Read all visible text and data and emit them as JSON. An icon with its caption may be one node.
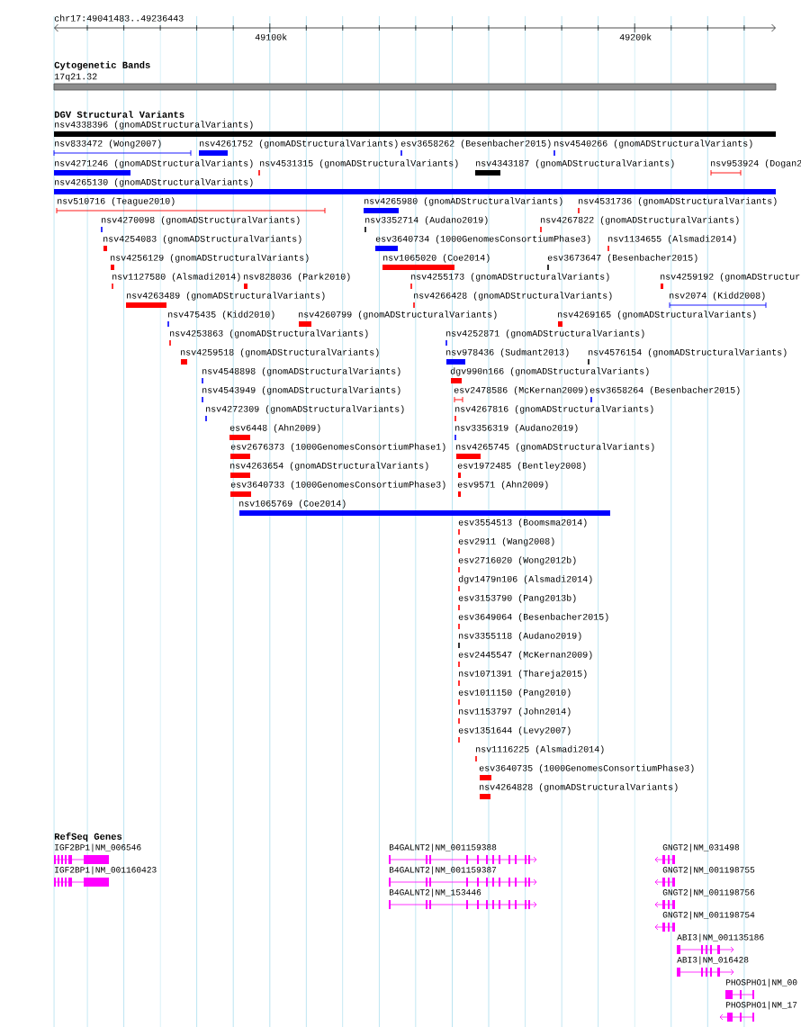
{
  "diagram": {
    "labels": [
      "chr17:49041483..49236443",
      "49100k",
      "49200k",
      "Cytogenetic Bands",
      "17q21.32",
      "DGV Structural Variants",
      "nsv4338396 (gnomADStructuralVariants)",
      "nsv833472 (Wong2007)",
      "nsv4261752 (gnomADStructuralVariants)",
      "esv3658262 (Besenbacher2015)",
      "nsv4540266 (gnomADStructuralVariants)",
      "nsv4271246 (gnomADStructuralVariants)",
      "nsv4531315 (gnomADStructuralVariants)",
      "nsv4343187 (gnomADStructuralVariants)",
      "nsv953924 (Dogan2",
      "nsv4265130 (gnomADStructuralVariants)",
      "nsv510716 (Teague2010)",
      "nsv4265980 (gnomADStructuralVariants)",
      "nsv4531736 (gnomADStructuralVariants)",
      "nsv4270098 (gnomADStructuralVariants)",
      "nsv3352714 (Audano2019)",
      "nsv4267822 (gnomADStructuralVariants)",
      "nsv4254083 (gnomADStructuralVariants)",
      "esv3640734 (1000GenomesConsortiumPhase3)",
      "nsv1134655 (Alsmadi2014)",
      "nsv4256129 (gnomADStructuralVariants)",
      "nsv1065020 (Coe2014)",
      "esv3673647 (Besenbacher2015)",
      "nsv1127580 (Alsmadi2014)",
      "nsv828036 (Park2010)",
      "nsv4255173 (gnomADStructuralVariants)",
      "nsv4259192 (gnomADStructur",
      "nsv4263489 (gnomADStructuralVariants)",
      "nsv4266428 (gnomADStructuralVariants)",
      "nsv2074 (Kidd2008)",
      "nsv475435 (Kidd2010)",
      "nsv4260799 (gnomADStructuralVariants)",
      "nsv4269165 (gnomADStructuralVariants)",
      "nsv4253863 (gnomADStructuralVariants)",
      "nsv4252871 (gnomADStructuralVariants)",
      "nsv4259518 (gnomADStructuralVariants)",
      "nsv978436 (Sudmant2013)",
      "nsv4576154 (gnomADStructuralVariants)",
      "nsv4548898 (gnomADStructuralVariants)",
      "dgv990n166 (gnomADStructuralVariants)",
      "nsv4543949 (gnomADStructuralVariants)",
      "esv2478586 (McKernan2009)",
      "esv3658264 (Besenbacher2015)",
      "nsv4272309 (gnomADStructuralVariants)",
      "nsv4267816 (gnomADStructuralVariants)",
      "esv6448 (Ahn2009)",
      "nsv3356319 (Audano2019)",
      "esv2676373 (1000GenomesConsortiumPhase1)",
      "nsv4265745 (gnomADStructuralVariants)",
      "nsv4263654 (gnomADStructuralVariants)",
      "esv1972485 (Bentley2008)",
      "esv3640733 (1000GenomesConsortiumPhase3)",
      "esv9571 (Ahn2009)",
      "nsv1065769 (Coe2014)",
      "esv3554513 (Boomsma2014)",
      "esv2911 (Wang2008)",
      "esv2716020 (Wong2012b)",
      "dgv1479n106 (Alsmadi2014)",
      "esv3153790 (Pang2013b)",
      "esv3649064 (Besenbacher2015)",
      "nsv3355118 (Audano2019)",
      "esv2445547 (McKernan2009)",
      "nsv1071391 (Thareja2015)",
      "esv1011150 (Pang2010)",
      "nsv1153797 (John2014)",
      "esv1351644 (Levy2007)",
      "nsv1116225 (Alsmadi2014)",
      "esv3640735 (1000GenomesConsortiumPhase3)",
      "nsv4264828 (gnomADStructuralVariants)",
      "RefSeq Genes",
      "IGF2BP1|NM_006546",
      "B4GALNT2|NM_001159388",
      "GNGT2|NM_031498",
      "IGF2BP1|NM_001160423",
      "B4GALNT2|NM_001159387",
      "GNGT2|NM_001198755",
      "B4GALNT2|NM_153446",
      "GNGT2|NM_001198756",
      "GNGT2|NM_001198754",
      "ABI3|NM_001135186",
      "ABI3|NM_016428",
      "PHOSPHO1|NM_00",
      "PHOSPHO1|NM_17"
    ]
  }
}
